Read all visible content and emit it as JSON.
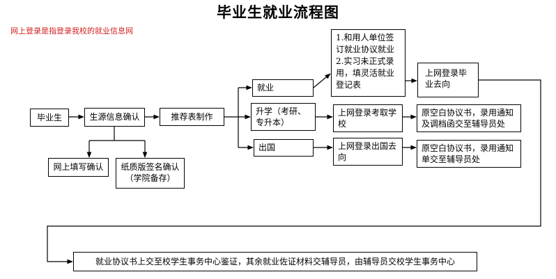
{
  "title": "毕业生就业流程图",
  "note": "网上登录是指登录我校的就业信息网",
  "nodes": {
    "graduate": "毕业生",
    "source_confirm": "生源信息确认",
    "recommend_form": "推荐表制作",
    "online_fill": "网上填写确认",
    "paper_sign_line1": "纸质版签名确认",
    "paper_sign_line2": "（学院备存）",
    "employment": "就业",
    "further_study": "升学（考研、专升本）",
    "abroad": "出国",
    "employer_steps_line1": "1.和用人单位签订就业协议就业",
    "employer_steps_line2": "2.实习未正式录用，填灵活就业登记表",
    "online_dest": "上网登录毕业去向",
    "online_admission": "上网登录考取学校",
    "online_abroad": "上网登录出国去向",
    "blank_agreement_study": "原空白协议书，录用通知及调档函交至辅导员处",
    "blank_agreement_abroad": "原空白协议书，录用通知单交至辅导员处",
    "final": "就业协议书上交至校学生事务中心鉴证，其余就业佐证材料交辅导员，由辅导员交校学生事务中心"
  }
}
